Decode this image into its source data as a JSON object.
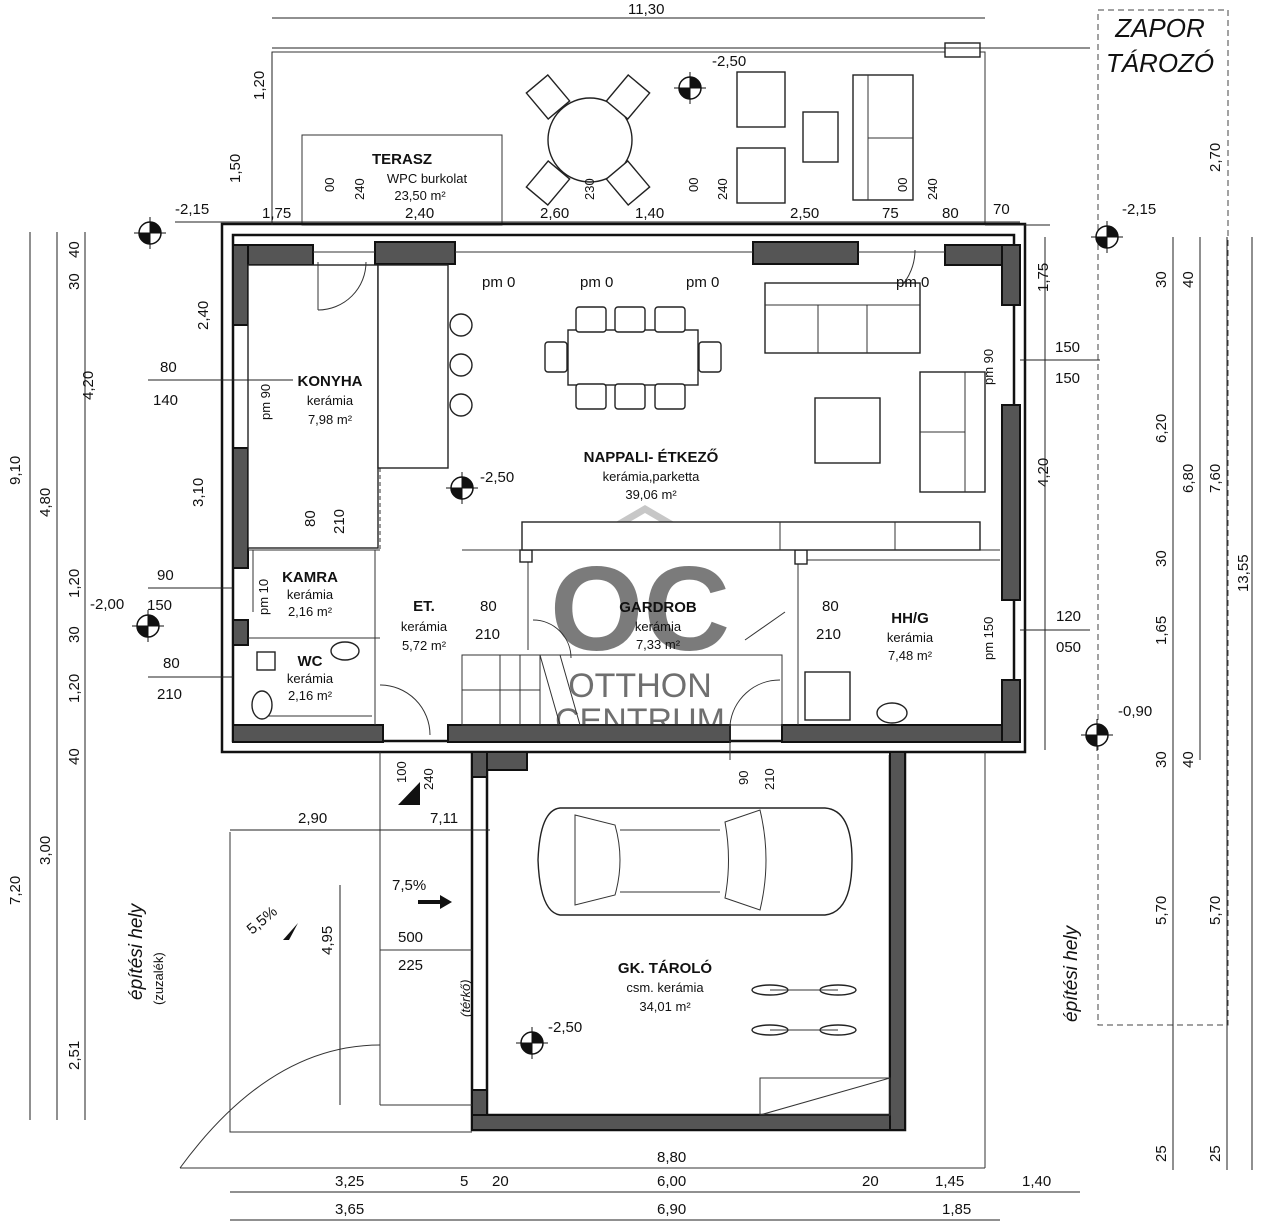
{
  "storm": [
    "ZAPOR",
    "TÁROZÓ"
  ],
  "rooms": {
    "terasz": {
      "name": "TERASZ",
      "material": "WPC burkolat",
      "area": "23,50 m²"
    },
    "konyha": {
      "name": "KONYHA",
      "material": "kerámia",
      "area": "7,98 m²"
    },
    "nappali": {
      "name": "NAPPALI- ÉTKEZŐ",
      "material": "kerámia,parketta",
      "area": "39,06 m²"
    },
    "kamra": {
      "name": "KAMRA",
      "material": "kerámia",
      "area": "2,16 m²"
    },
    "wc": {
      "name": "WC",
      "material": "kerámia",
      "area": "2,16 m²"
    },
    "et": {
      "name": "ET.",
      "material": "kerámia",
      "area": "5,72 m²"
    },
    "gardrob": {
      "name": "GARDROB",
      "material": "kerámia",
      "area": "7,33 m²"
    },
    "hhg": {
      "name": "HH/G",
      "material": "kerámia",
      "area": "7,48 m²"
    },
    "garage": {
      "name": "GK. TÁROLÓ",
      "material": "csm. kerámia",
      "area": "34,01 m²"
    }
  },
  "levels": {
    "l1": "-2,50",
    "l2": "-2,15",
    "l3": "-2,15",
    "l4": "-2,50",
    "l5": "-2,00",
    "l6": "-0,90",
    "l7": "-2,50",
    "l8": "7,11"
  },
  "pm": {
    "a": "pm 0",
    "b": "pm 0",
    "c": "pm 0",
    "d": "pm 0",
    "k": "pm 90",
    "n": "pm 90",
    "ka": "pm 10",
    "h": "pm 150"
  },
  "slopes": {
    "s1": "7,5%",
    "s2": "5,5%"
  },
  "labels": {
    "epitesi1": "építési hely",
    "zuzalek": "(zuzalék)",
    "epitesi2": "építési hely",
    "terko": "(térkő)"
  },
  "top_dims": {
    "total": "11,30",
    "a": "1,75",
    "b": "2,40",
    "c": "2,60",
    "d": "1,40",
    "e": "2,50",
    "f": "75",
    "g": "80",
    "h": "70"
  },
  "openings": {
    "o1a": "00",
    "o1b": "240",
    "o2a": "00",
    "o2b": "240",
    "o3a": "00",
    "o3b": "240",
    "o4a": "00",
    "o4b": "240",
    "o5": "230",
    "k1": "80",
    "k2": "140",
    "km1": "80",
    "km2": "210",
    "ka1": "90",
    "ka2": "150",
    "wc1": "80",
    "wc2": "210",
    "et1": "80",
    "et2": "210",
    "hh1": "80",
    "hh2": "210",
    "r1": "150",
    "r2": "150",
    "r3": "120",
    "r4": "050",
    "g1": "100",
    "g2": "240",
    "g3": "90",
    "g4": "210",
    "ga1": "500",
    "ga2": "225"
  },
  "left_dims": {
    "a": "1,20",
    "b": "1,50",
    "c": "30",
    "d": "40",
    "e": "2,40",
    "f": "4,20",
    "g": "3,10",
    "h": "9,10",
    "i": "4,80",
    "j": "1,20",
    "k": "30",
    "l": "1,20",
    "m": "40",
    "n": "7,20",
    "o": "3,00",
    "p": "4,95",
    "q": "2,51",
    "r": "2,90"
  },
  "right_dims": {
    "a": "2,70",
    "b": "1,75",
    "c": "4,20",
    "d": "30",
    "e": "40",
    "f": "6,20",
    "g": "6,80",
    "h": "7,60",
    "i": "13,55",
    "j": "30",
    "k": "1,65",
    "l": "30",
    "m": "40",
    "n": "5,70",
    "o": "5,70",
    "p": "25",
    "q": "25"
  },
  "bottom_dims": {
    "total": "8,80",
    "a": "3,25",
    "b": "5",
    "c": "20",
    "d": "6,00",
    "e": "20",
    "f": "1,45",
    "g": "1,40",
    "h": "3,65",
    "i": "6,90",
    "j": "1,85"
  },
  "watermark": {
    "mark": "OC",
    "line1": "OTTHON",
    "line2": "CENTRUM"
  }
}
